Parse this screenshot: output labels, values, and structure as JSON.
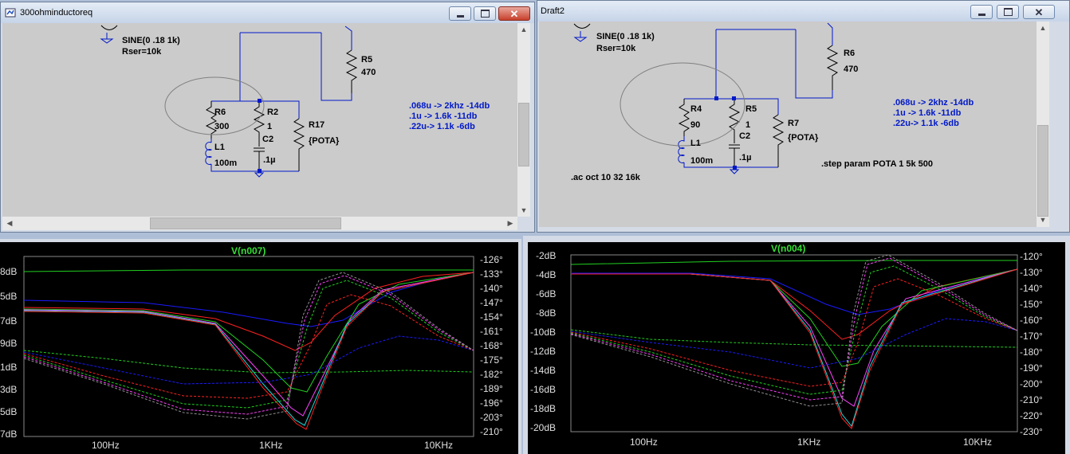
{
  "windows": {
    "left": {
      "title": "300ohminductoreq",
      "source": {
        "line1": "SINE(0 .18 1k)",
        "line2": "Rser=10k"
      },
      "components": {
        "r5": {
          "name": "R5",
          "value": "470"
        },
        "r6": {
          "name": "R6",
          "value": "300"
        },
        "r2": {
          "name": "R2",
          "value": "1"
        },
        "r17": {
          "name": "R17",
          "value": "{POTA}"
        },
        "l1": {
          "name": "L1",
          "value": "100m"
        },
        "c2": {
          "name": "C2",
          "value": ".1µ"
        }
      },
      "notes": [
        ".068u -> 2khz -14db",
        ".1u -> 1.6k -11db",
        ".22u-> 1.1k -6db"
      ]
    },
    "right": {
      "title": "Draft2",
      "source": {
        "line1": "SINE(0 .18 1k)",
        "line2": "Rser=10k"
      },
      "components": {
        "r6": {
          "name": "R6",
          "value": "470"
        },
        "r4": {
          "name": "R4",
          "value": "90"
        },
        "r5": {
          "name": "R5",
          "value": "1"
        },
        "r7": {
          "name": "R7",
          "value": "{POTA}"
        },
        "l1": {
          "name": "L1",
          "value": "100m"
        },
        "c2": {
          "name": "C2",
          "value": ".1µ"
        }
      },
      "notes": [
        ".068u -> 2khz -14db",
        ".1u -> 1.6k -11db",
        ".22u-> 1.1k -6db"
      ],
      "directive_ac": ".ac oct 10 32 16k",
      "directive_step": ".step param POTA 1 5k 500"
    }
  },
  "plots": {
    "left": {
      "trace_name": "V(n007)",
      "y_left": [
        "8dB",
        "5dB",
        "7dB",
        "9dB",
        "1dB",
        "3dB",
        "5dB",
        "7dB"
      ],
      "y_right": [
        "-126°",
        "-133°",
        "-140°",
        "-147°",
        "-154°",
        "-161°",
        "-168°",
        "-175°",
        "-182°",
        "-189°",
        "-196°",
        "-203°",
        "-210°"
      ],
      "x_ticks": [
        "100Hz",
        "1KHz",
        "10KHz"
      ]
    },
    "right": {
      "trace_name": "V(n004)",
      "y_left": [
        "-2dB",
        "-4dB",
        "-6dB",
        "-8dB",
        "-10dB",
        "-12dB",
        "-14dB",
        "-16dB",
        "-18dB",
        "-20dB"
      ],
      "y_right": [
        "-120°",
        "-130°",
        "-140°",
        "-150°",
        "-160°",
        "-170°",
        "-180°",
        "-190°",
        "-200°",
        "-210°",
        "-220°",
        "-230°"
      ],
      "x_ticks": [
        "100Hz",
        "1KHz",
        "10KHz"
      ]
    }
  },
  "colors": {
    "wire": "#0018c8",
    "trace_title": "#36e036",
    "plot_bg": "#000000",
    "schematic_bg": "#cbcbcb",
    "traces": [
      "#ff2020",
      "#1a1aff",
      "#20d020",
      "#ff40ff",
      "#20d8d8",
      "#e0a020",
      "#909090",
      "#ffffff"
    ]
  },
  "icons": [
    "ltspice-schematic-icon",
    "minimize-icon",
    "maximize-icon",
    "close-icon",
    "scroll-up-icon",
    "scroll-down-icon",
    "scroll-left-icon",
    "scroll-right-icon"
  ]
}
